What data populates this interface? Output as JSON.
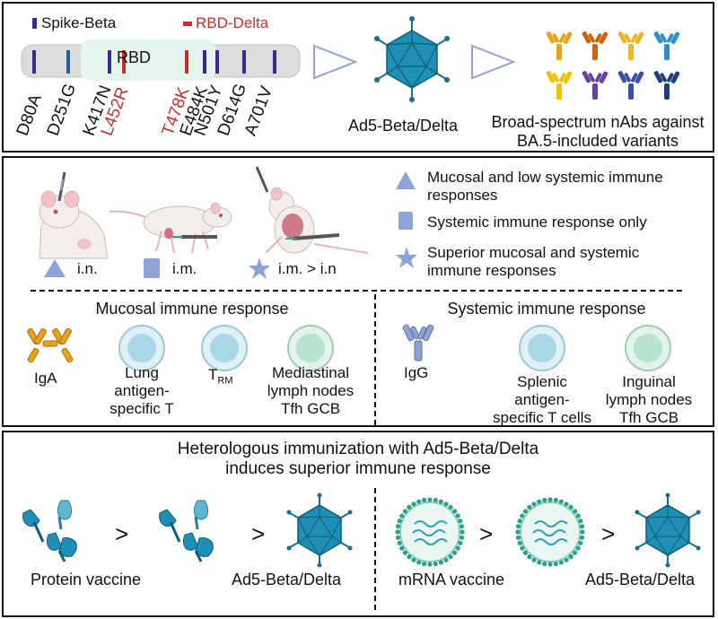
{
  "top": {
    "legend_spike": "Spike-Beta",
    "legend_rbd": "RBD-Delta",
    "rbd_label": "RBD",
    "mutations": [
      {
        "label": "D80A",
        "color": "#111111"
      },
      {
        "label": "D251G",
        "color": "#111111"
      },
      {
        "label": "K417N",
        "color": "#111111"
      },
      {
        "label": "L452R",
        "color": "#c4302b"
      },
      {
        "label": "T478K",
        "color": "#c4302b"
      },
      {
        "label": "E484K",
        "color": "#111111"
      },
      {
        "label": "N501Y",
        "color": "#111111"
      },
      {
        "label": "D614G",
        "color": "#111111"
      },
      {
        "label": "A701V",
        "color": "#111111"
      }
    ],
    "vaccine_label": "Ad5-Beta/Delta",
    "antibody_line1": "Broad-spectrum nAbs against",
    "antibody_line2": "BA.5-included variants"
  },
  "routes": {
    "in_label": "i.n.",
    "im_label": "i.m.",
    "combo_label": "i.m. > i.n",
    "legend": [
      {
        "line1": "Mucosal and low systemic immune",
        "line2": "responses"
      },
      {
        "line1": "Systemic immune response only",
        "line2": ""
      },
      {
        "line1": "Superior mucosal and  systemic",
        "line2": "immune responses"
      }
    ]
  },
  "mucosal": {
    "title": "Mucosal immune response",
    "iga": "IgA",
    "lung": [
      "Lung",
      "antigen-",
      "specific T"
    ],
    "trm_main": "T",
    "trm_sub": "RM",
    "mediastinal": [
      "Mediastinal",
      "lymph nodes",
      "Tfh GCB"
    ]
  },
  "systemic": {
    "title": "Systemic immune response",
    "igg": "IgG",
    "splenic": [
      "Splenic",
      "antigen-",
      "specific T cells"
    ],
    "inguinal": [
      "Inguinal",
      "lymph nodes",
      "Tfh GCB"
    ]
  },
  "hetero": {
    "title_line1": "Heterologous immunization with Ad5-Beta/Delta",
    "title_line2": "induces superior immune response",
    "gt": ">",
    "protein_label": "Protein vaccine",
    "ad5_label": "Ad5-Beta/Delta",
    "mrna_label": "mRNA vaccine",
    "ad5_label2": "Ad5-Beta/Delta"
  },
  "colors": {
    "spike_bar": "#3b2a8a",
    "rbd_bar": "#c4302b",
    "virus": "#1f8fb5",
    "shape_blue": "#8ea3d6",
    "cell_blue": "#a9d7e8",
    "cell_green": "#b9e2cf"
  }
}
